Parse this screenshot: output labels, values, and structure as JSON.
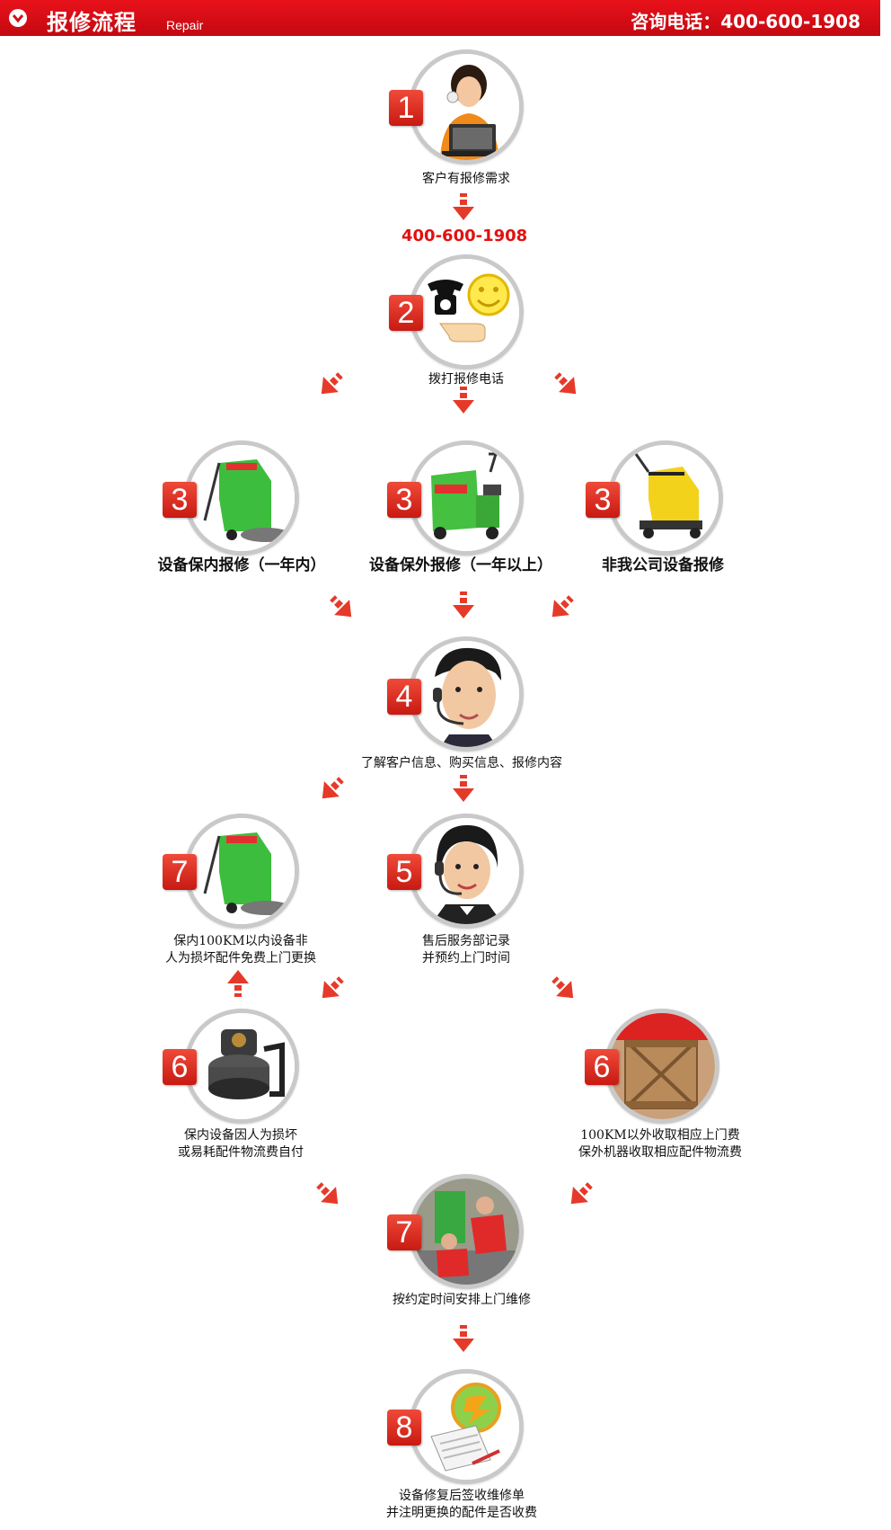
{
  "header": {
    "title": "报修流程",
    "subtitle": "Repair",
    "phone": "咨询电话：400-600-1908"
  },
  "phone_mid": "400-600-1908",
  "steps": [
    {
      "badge": "1",
      "label": "客户有报修需求"
    },
    {
      "badge": "2",
      "label": "拨打报修电话"
    },
    {
      "badge": "3",
      "label": "设备保内报修（一年内）"
    },
    {
      "badge": "3",
      "label": "设备保外报修（一年以上）"
    },
    {
      "badge": "3",
      "label": "非我公司设备报修"
    },
    {
      "badge": "4",
      "label": "了解客户信息、购买信息、报修内容"
    },
    {
      "badge": "7",
      "line1": "保内100KM以内设备非",
      "line2": "人为损坏配件免费上门更换"
    },
    {
      "badge": "5",
      "line1": "售后服务部记录",
      "line2": "并预约上门时间"
    },
    {
      "badge": "6",
      "line1": "保内设备因人为损坏",
      "line2": "或易耗配件物流费自付"
    },
    {
      "badge": "6",
      "line1": "100KM以外收取相应上门费",
      "line2": "保外机器收取相应配件物流费"
    },
    {
      "badge": "7",
      "label": "按约定时间安排上门维修"
    },
    {
      "badge": "8",
      "line1": "设备修复后签收维修单",
      "line2": "并注明更换的配件是否收费"
    }
  ],
  "icons": [
    "woman-phone-laptop-icon",
    "telephone-smiley-icon",
    "green-scrubber-icon",
    "green-ride-on-scrubber-icon",
    "yellow-scrubber-icon",
    "male-operator-headset-icon",
    "green-scrubber-icon",
    "female-operator-headset-icon",
    "vacuum-motor-icon",
    "wooden-crate-icon",
    "repair-technicians-icon",
    "signed-document-icon"
  ],
  "colors": {
    "accent": "#e31010",
    "circle_border": "#c9c9c9"
  }
}
